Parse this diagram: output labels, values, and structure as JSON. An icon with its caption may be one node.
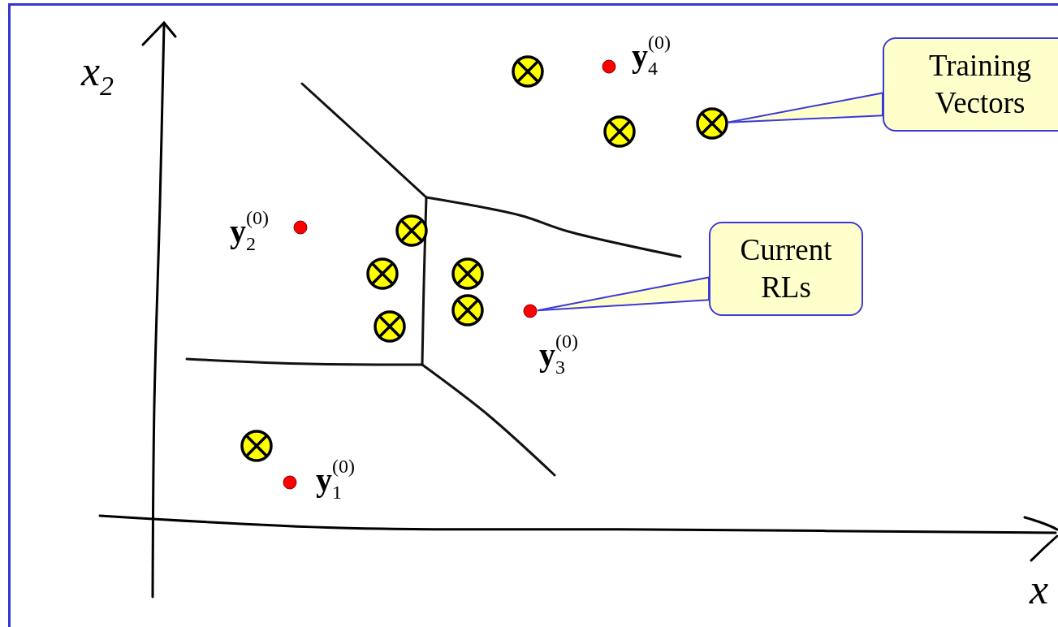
{
  "diagram": {
    "nodes": [
      {
        "text": [
          "Training Vectors"
        ]
      },
      {
        "text": [],
        "shape": "circle"
      },
      {
        "text": [],
        "shape": "circle"
      },
      {
        "text": [],
        "shape": "circle"
      },
      {
        "text": [],
        "shape": "circle"
      },
      {
        "text": [],
        "shape": "circle"
      },
      {
        "text": [],
        "shape": "circle"
      },
      {
        "text": [
          "Current RLs"
        ]
      },
      {
        "text": [],
        "shape": "circle"
      },
      {
        "text": [],
        "shape": "circle"
      },
      {
        "text": [],
        "shape": "circle"
      },
      {
        "text": [],
        "shape": "circle"
      },
      {
        "text": [],
        "shape": "circle"
      },
      {
        "text": [],
        "shape": "circle"
      },
      {
        "text": [],
        "shape": "circle"
      }
    ],
    "edges": [
      {
        "from": 0,
        "to": 4,
        "arrow": "none"
      },
      {
        "from": 7,
        "to": 11,
        "arrow": "none"
      }
    ],
    "labels": [
      "x$_{2}$",
      "**y**$_{4}$$^{(0)}$",
      "**y**$_{2}$$^{(0)}$",
      "**y**$_{3}$$^{(0)}$",
      "**y**$_{1}$$^{(0)}$",
      "x"
    ]
  }
}
